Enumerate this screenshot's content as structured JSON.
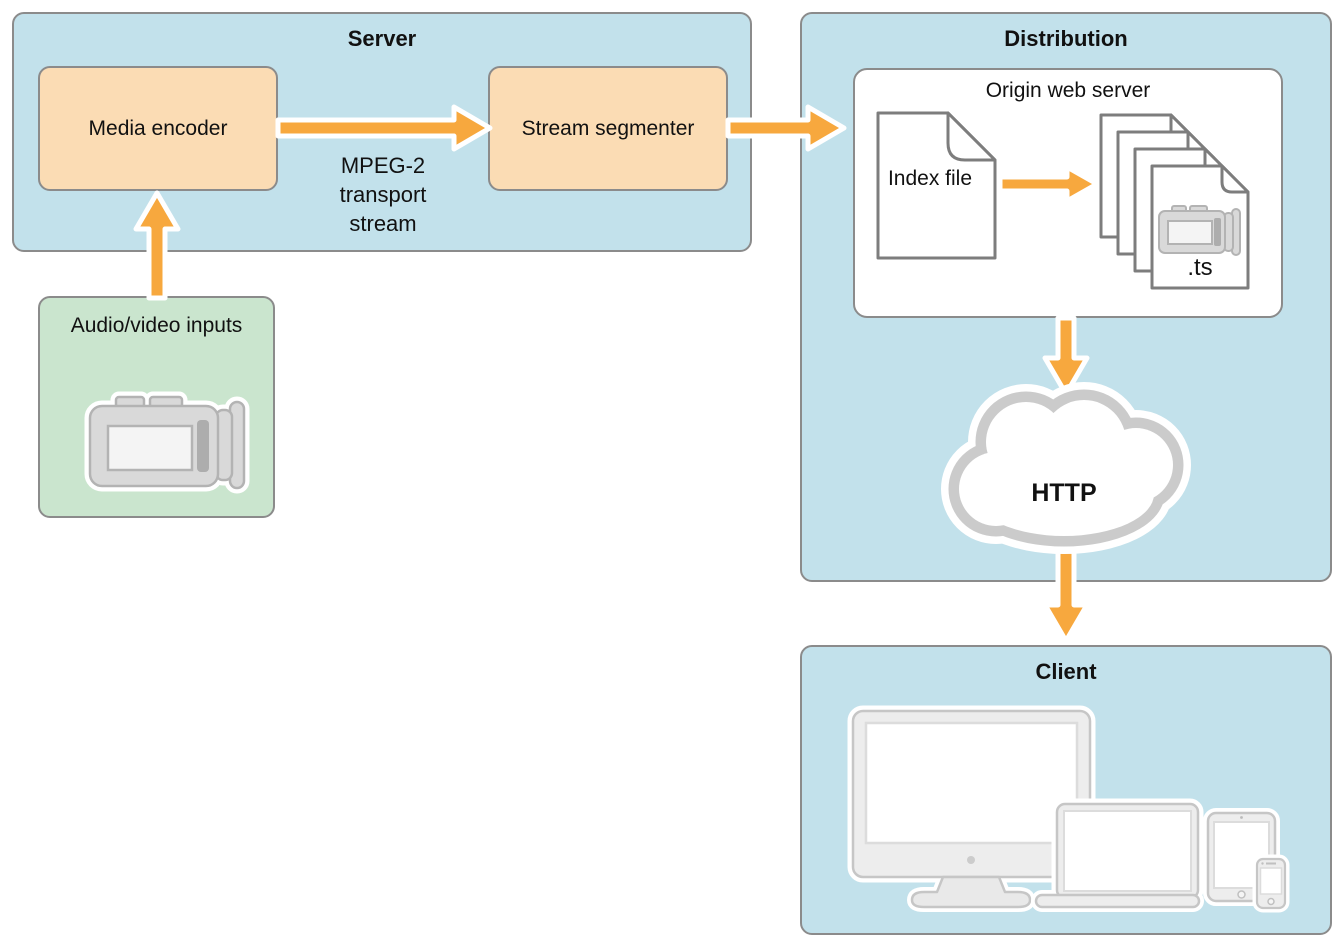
{
  "server": {
    "title": "Server",
    "media_encoder_label": "Media encoder",
    "stream_segmenter_label": "Stream segmenter",
    "stream_label": "MPEG-2 transport stream"
  },
  "inputs": {
    "label": "Audio/video inputs",
    "icon": "camcorder-icon"
  },
  "distribution": {
    "title": "Distribution",
    "origin_server_title": "Origin web server",
    "index_file_label": "Index file",
    "segment_label": ".ts",
    "segment_count": 4,
    "network_label": "HTTP"
  },
  "client": {
    "title": "Client",
    "devices": [
      "imac",
      "macbook",
      "ipad",
      "iphone"
    ]
  },
  "colors": {
    "panel_blue": "#c2e1eb",
    "node_orange": "#fbdcb4",
    "input_green": "#cae5ce",
    "arrow_orange": "#f7a83e",
    "panel_border": "#8b8b8b",
    "document_border": "#7d7d7d",
    "cloud_gray": "#cbcbcb",
    "device_gray": "#ededed"
  }
}
